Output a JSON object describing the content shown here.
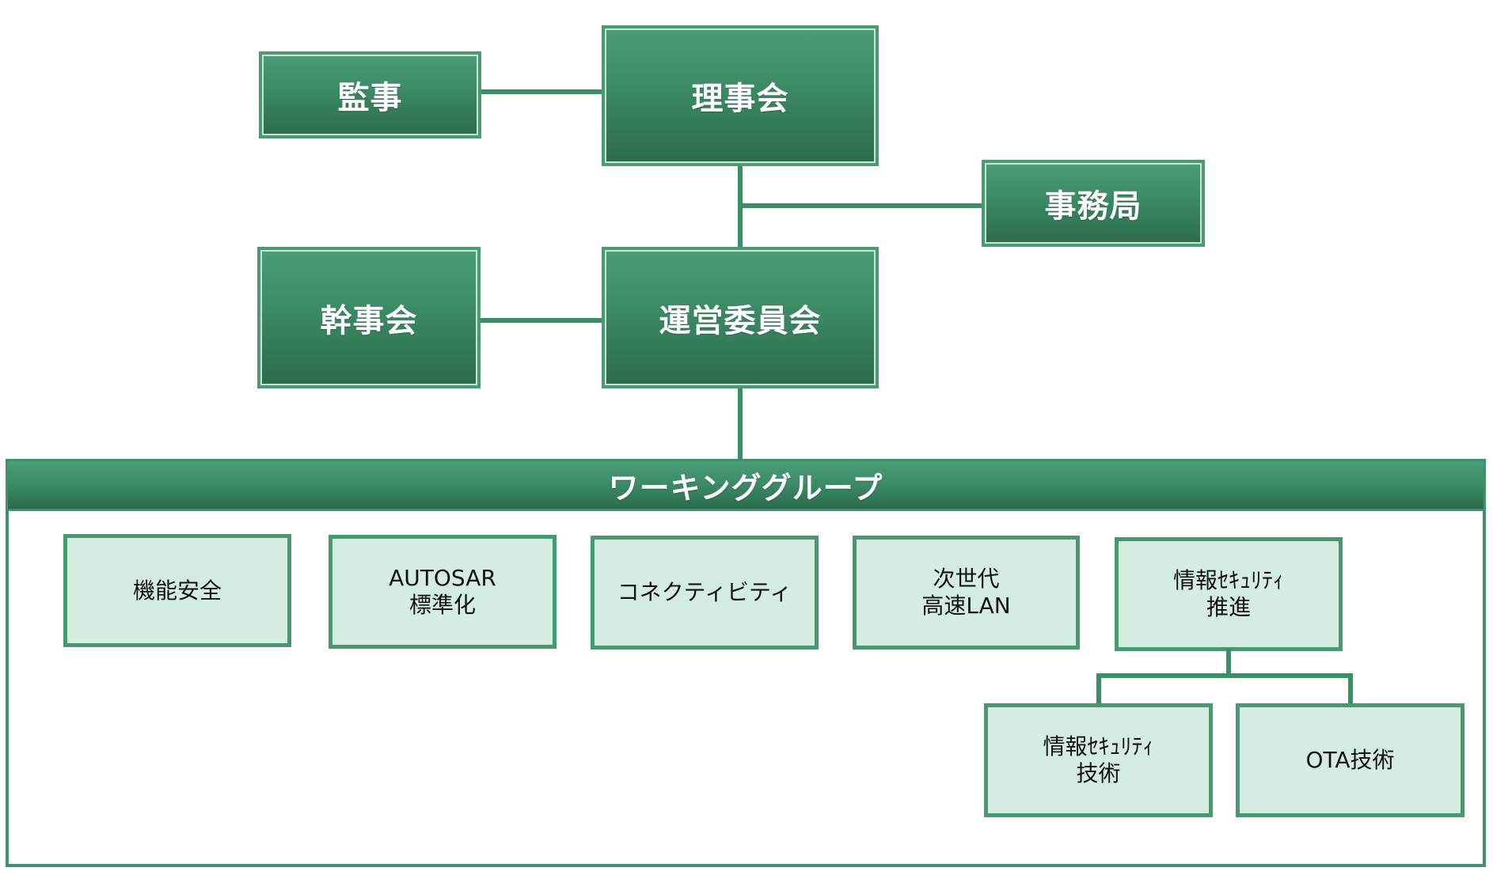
{
  "org_chart": {
    "auditor": "監事",
    "board": "理事会",
    "secretariat": "事務局",
    "executive_committee": "幹事会",
    "steering_committee": "運営委員会",
    "working_group": {
      "title": "ワーキンググループ",
      "groups": {
        "functional_safety": "機能安全",
        "autosar": {
          "line1": "AUTOSAR",
          "line2": "標準化"
        },
        "connectivity": "コネクティビティ",
        "next_gen_lan": {
          "line1": "次世代",
          "line2": "高速LAN"
        },
        "info_security_promotion": {
          "line1": "情報ｾｷｭﾘﾃｨ",
          "line2": "推進"
        },
        "info_security_tech": {
          "line1": "情報ｾｷｭﾘﾃｨ",
          "line2": "技術"
        },
        "ota_tech": "OTA技術"
      }
    }
  },
  "colors": {
    "dark_green": "#3b8a64",
    "light_green": "#d4ede0",
    "connector": "#3a8f66"
  }
}
